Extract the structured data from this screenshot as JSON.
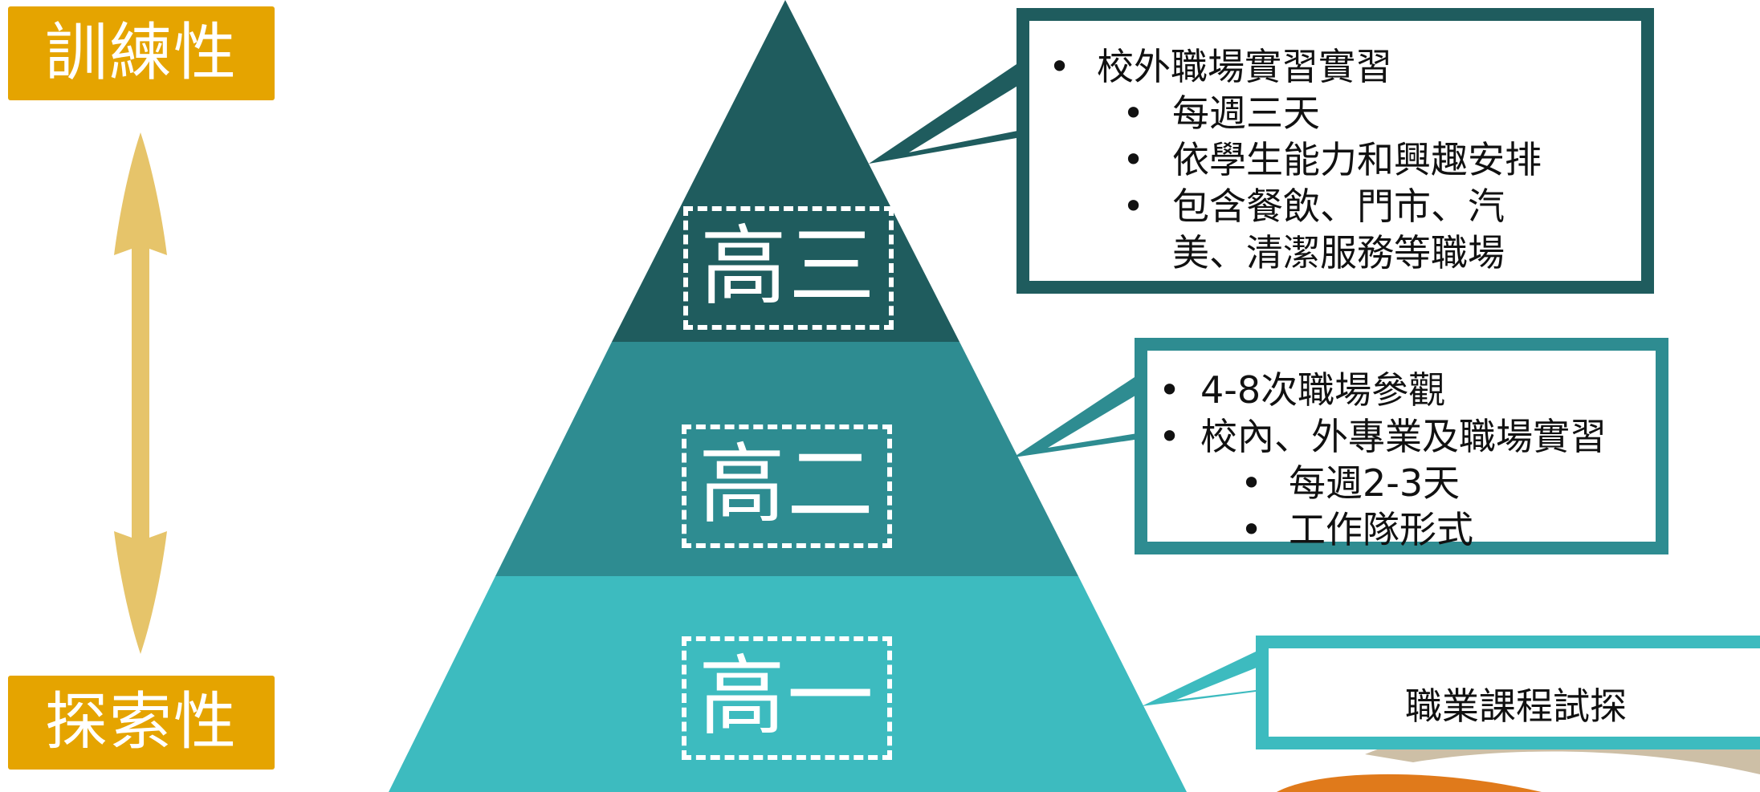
{
  "scale_tags": {
    "top": "訓練性",
    "bottom": "探索性",
    "arrow_color": "#e6c46a",
    "tag_color": "#e5a400"
  },
  "pyramid": {
    "tiers": [
      {
        "grade": "高三",
        "color": "#1f5c5e"
      },
      {
        "grade": "高二",
        "color": "#2e8c91"
      },
      {
        "grade": "高一",
        "color": "#3dbbbf"
      }
    ]
  },
  "callouts": {
    "senior3": {
      "items": [
        {
          "level": 1,
          "text": "校外職場實習實習"
        },
        {
          "level": 2,
          "text": "每週三天"
        },
        {
          "level": 2,
          "text": "依學生能力和興趣安排"
        },
        {
          "level": 2,
          "text": "包含餐飲、門市、汽美、清潔服務等職場"
        }
      ]
    },
    "senior2": {
      "items": [
        {
          "level": 1,
          "text": "4-8次職場參觀"
        },
        {
          "level": 1,
          "text": "校內、外專業及職場實習"
        },
        {
          "level": 2,
          "text": "每週2-3天"
        },
        {
          "level": 2,
          "text": "工作隊形式"
        }
      ]
    },
    "senior1": {
      "items": [
        {
          "level": 1,
          "text": "職業課程試探"
        }
      ]
    }
  }
}
